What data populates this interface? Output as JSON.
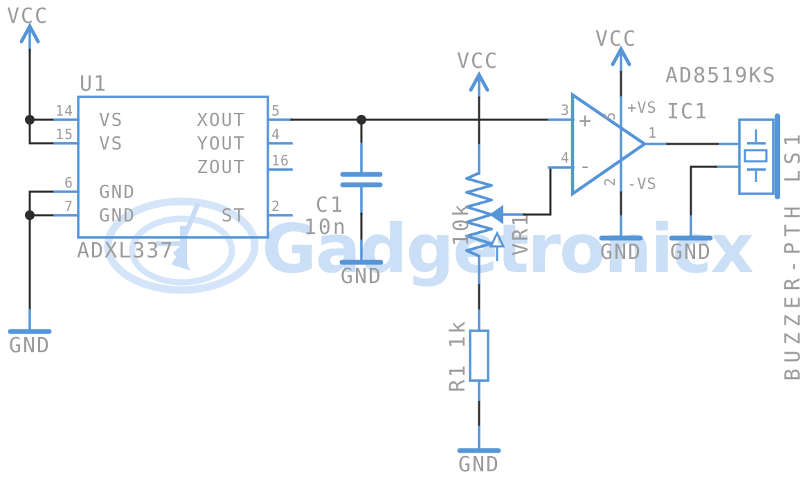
{
  "watermark": {
    "text": "Gadgetronicx"
  },
  "power": {
    "vcc": "VCC",
    "gnd": "GND"
  },
  "u1": {
    "ref": "U1",
    "part": "ADXL337",
    "left_pins": [
      {
        "num": "14",
        "name": "VS"
      },
      {
        "num": "15",
        "name": "VS"
      },
      {
        "num": "6",
        "name": "GND"
      },
      {
        "num": "7",
        "name": "GND"
      }
    ],
    "right_pins": [
      {
        "num": "5",
        "name": "XOUT"
      },
      {
        "num": "4",
        "name": "YOUT"
      },
      {
        "num": "16",
        "name": "ZOUT"
      },
      {
        "num": "2",
        "name": "ST"
      }
    ]
  },
  "c1": {
    "ref": "C1",
    "value": "10n"
  },
  "vr1": {
    "ref": "VR1",
    "value": "10k"
  },
  "r1": {
    "label": "R1 1k"
  },
  "opamp": {
    "ref": "IC1",
    "part": "AD8519KS",
    "pin_noninv": "3",
    "pin_inv": "4",
    "pin_out": "1",
    "pin_vplus": "5",
    "pin_vminus": "2",
    "sign_plus": "+",
    "sign_minus": "-",
    "supply_plus": "+VS",
    "supply_minus": "-VS"
  },
  "buzzer": {
    "label": "BUZZER-PTH LS1"
  }
}
